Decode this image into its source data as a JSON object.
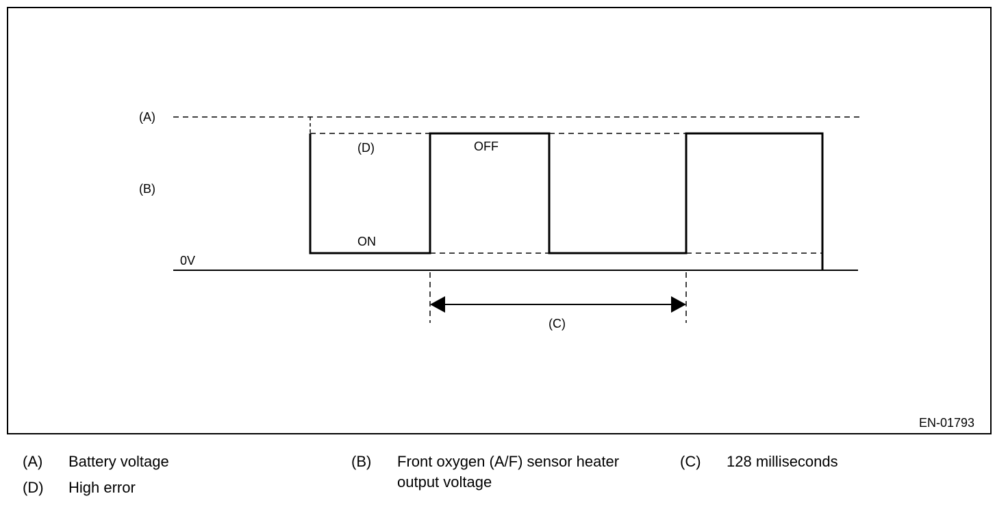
{
  "figure": {
    "id": "EN-01793",
    "labels": {
      "a": "(A)",
      "b": "(B)",
      "c": "(C)",
      "d": "(D)",
      "off": "OFF",
      "on": "ON",
      "zero": "0V"
    }
  },
  "legend": [
    {
      "key": "(A)",
      "text": "Battery voltage"
    },
    {
      "key": "(B)",
      "text": "Front oxygen (A/F) sensor heater",
      "text2": "output voltage"
    },
    {
      "key": "(C)",
      "text": "128 milliseconds"
    },
    {
      "key": "(D)",
      "text": "High error"
    }
  ]
}
